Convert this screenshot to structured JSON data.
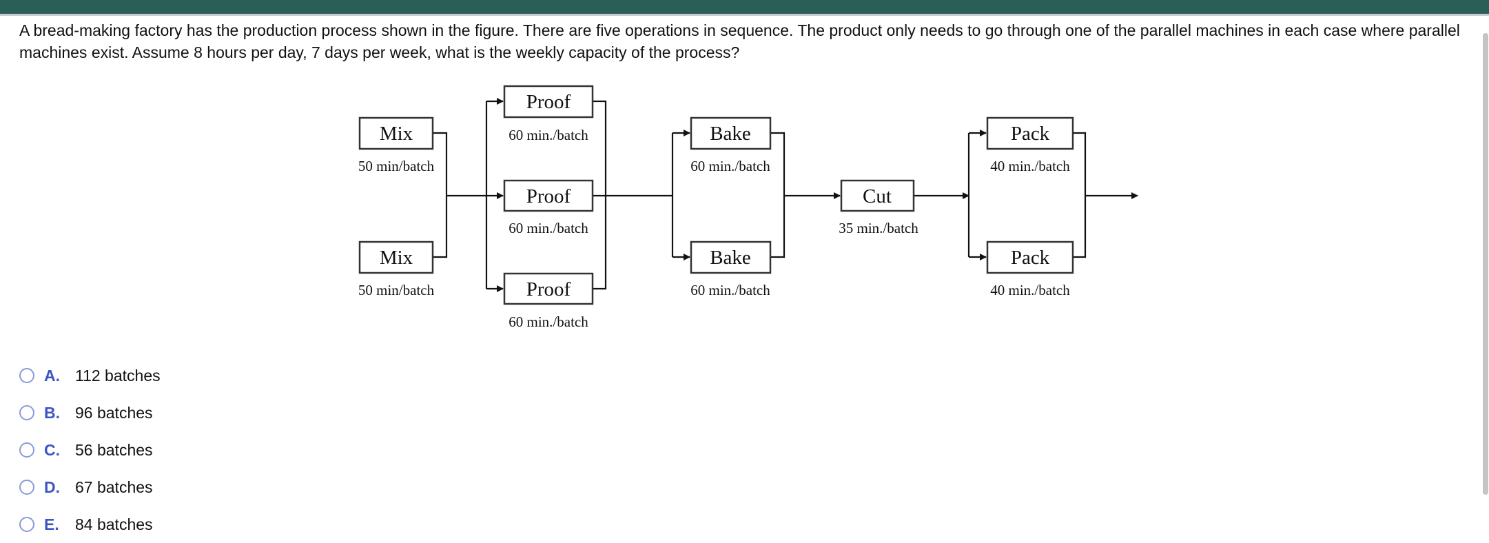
{
  "question": "A bread-making factory has the production process shown in the figure. There are five operations in sequence. The product only needs to go through one of the parallel machines in each case where parallel machines exist. Assume 8 hours per day, 7 days per week, what is the weekly capacity of the process?",
  "diagram": {
    "mix_top": {
      "name": "Mix",
      "time": "50 min/batch"
    },
    "mix_bottom": {
      "name": "Mix",
      "time": "50 min/batch"
    },
    "proof_top": {
      "name": "Proof",
      "time": "60 min./batch"
    },
    "proof_middle": {
      "name": "Proof",
      "time": "60 min./batch"
    },
    "proof_bottom": {
      "name": "Proof",
      "time": "60 min./batch"
    },
    "bake_top": {
      "name": "Bake",
      "time": "60 min./batch"
    },
    "bake_bottom": {
      "name": "Bake",
      "time": "60 min./batch"
    },
    "cut": {
      "name": "Cut",
      "time": "35 min./batch"
    },
    "pack_top": {
      "name": "Pack",
      "time": "40 min./batch"
    },
    "pack_bottom": {
      "name": "Pack",
      "time": "40 min./batch"
    }
  },
  "options": [
    {
      "letter": "A.",
      "text": "112 batches"
    },
    {
      "letter": "B.",
      "text": "96 batches"
    },
    {
      "letter": "C.",
      "text": "56 batches"
    },
    {
      "letter": "D.",
      "text": "67 batches"
    },
    {
      "letter": "E.",
      "text": "84 batches"
    }
  ],
  "colors": {
    "header": "#2a5f58",
    "option_letter": "#3d55c4",
    "radio": "#8a9ad8"
  }
}
